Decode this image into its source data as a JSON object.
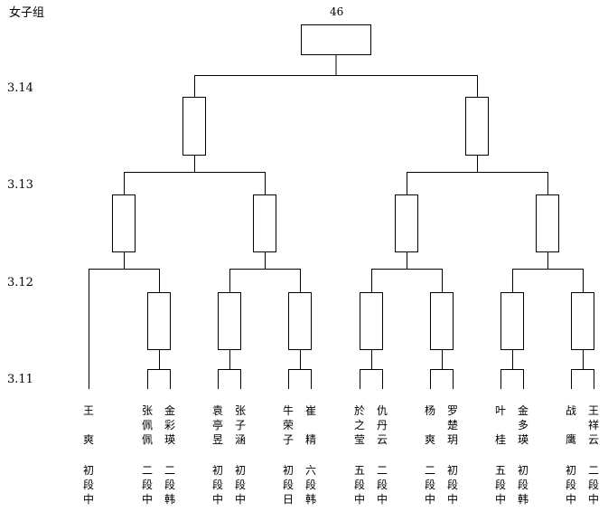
{
  "title": "女子组",
  "final_code": "46",
  "dates": [
    "3.14",
    "3.13",
    "3.12",
    "3.11"
  ],
  "players": [
    {
      "name": "王爽",
      "rank": "初段",
      "region": "中"
    },
    {
      "name": "张佩佩",
      "rank": "二段",
      "region": "中"
    },
    {
      "name": "金彩瑛",
      "rank": "二段",
      "region": "韩"
    },
    {
      "name": "袁亭昱",
      "rank": "初段",
      "region": "中"
    },
    {
      "name": "张子涵",
      "rank": "初段",
      "region": "中"
    },
    {
      "name": "牛荣子",
      "rank": "初段",
      "region": "日"
    },
    {
      "name": "崔精",
      "rank": "六段",
      "region": "韩"
    },
    {
      "name": "於之莹",
      "rank": "五段",
      "region": "中"
    },
    {
      "name": "仇丹云",
      "rank": "二段",
      "region": "中"
    },
    {
      "name": "杨爽",
      "rank": "二段",
      "region": "中"
    },
    {
      "name": "罗楚玥",
      "rank": "初段",
      "region": "中"
    },
    {
      "name": "叶桂",
      "rank": "五段",
      "region": "中"
    },
    {
      "name": "金多瑛",
      "rank": "初段",
      "region": "韩"
    },
    {
      "name": "战鹰",
      "rank": "初段",
      "region": "中"
    },
    {
      "name": "王祥云",
      "rank": "二段",
      "region": "中"
    }
  ]
}
